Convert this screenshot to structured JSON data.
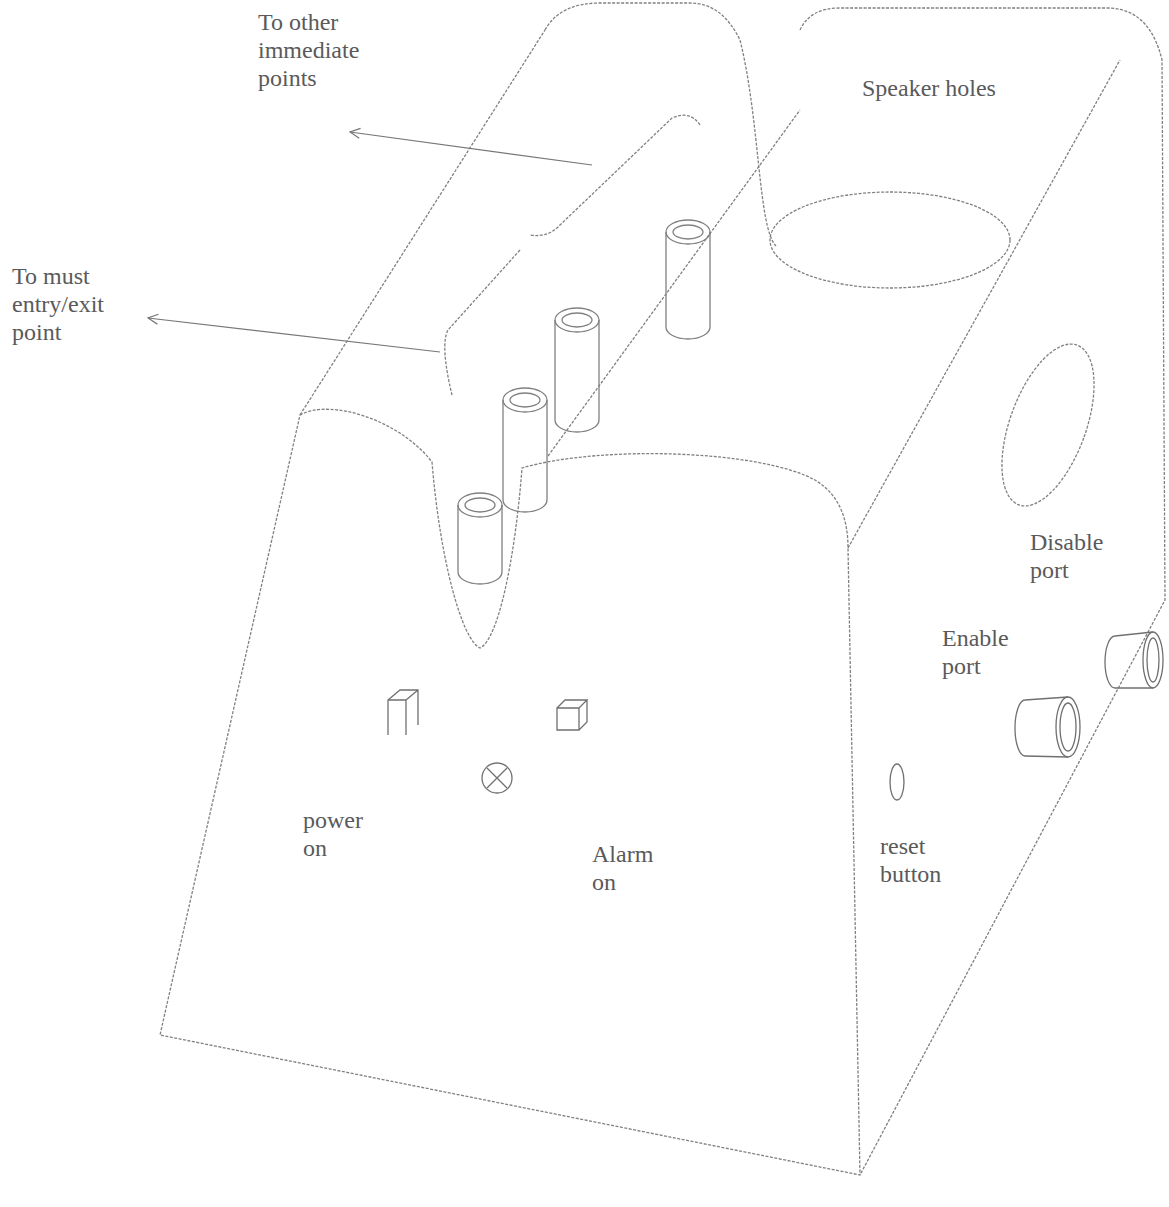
{
  "diagram": {
    "labels": [
      "To other immediate points",
      "To must entry/exit point",
      "Speaker holes",
      "Disable port",
      "Enable port",
      "reset button",
      "power on",
      "Alarm on"
    ]
  }
}
